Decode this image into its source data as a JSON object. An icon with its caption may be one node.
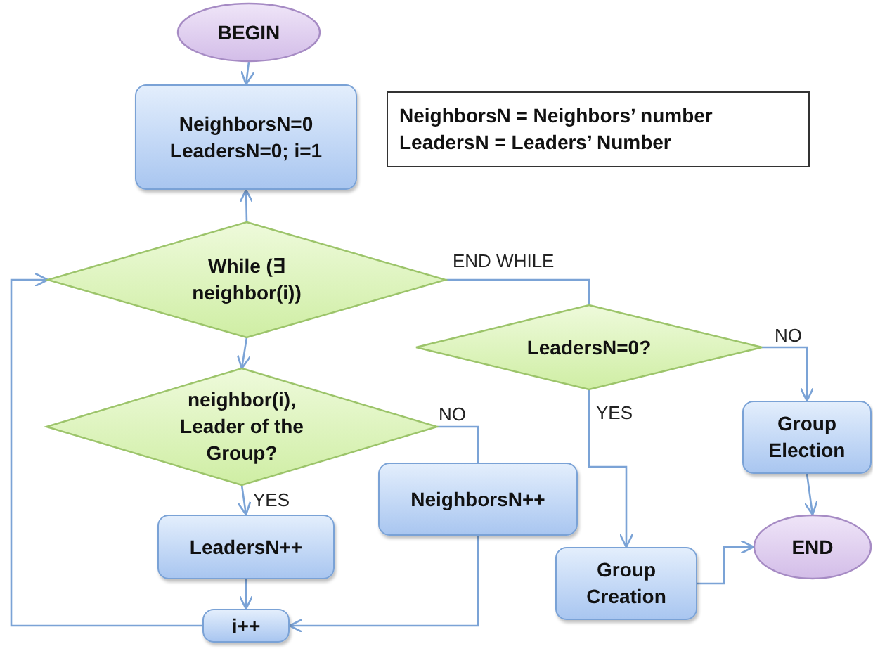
{
  "diagram": {
    "nodes": [
      {
        "text": [
          "BEGIN"
        ]
      },
      {
        "text": [
          "NeighborsN=0 LeadersN=0; i=1"
        ]
      },
      {
        "text": [
          "NeighborsN = Neighbors’ number",
          "LeadersN = Leaders’ Number"
        ]
      },
      {
        "text": [
          "While (∃ neighbor(i))"
        ]
      },
      {
        "text": [
          "LeadersN=0?"
        ]
      },
      {
        "text": [
          "neighbor(i), Leader of the Group?"
        ]
      },
      {
        "text": [
          "Group Election"
        ]
      },
      {
        "text": [
          "NeighborsN++"
        ]
      },
      {
        "text": [
          "LeadersN++"
        ]
      },
      {
        "text": [
          "END"
        ]
      },
      {
        "text": [
          "Group Creation"
        ]
      },
      {
        "text": [
          "i++"
        ]
      }
    ],
    "edges": [
      {
        "from": 0,
        "to": 1,
        "arrow": "to"
      },
      {
        "from": 3,
        "to": 1,
        "arrow": "to"
      },
      {
        "from": 3,
        "to": 4,
        "arrow": "none",
        "label": "END WHILE"
      },
      {
        "from": 3,
        "to": 5,
        "arrow": "to"
      },
      {
        "from": 5,
        "to": 8,
        "arrow": "to",
        "label": "YES"
      },
      {
        "from": 5,
        "to": 7,
        "arrow": "none",
        "label": "NO"
      },
      {
        "from": 8,
        "to": 11,
        "arrow": "to"
      },
      {
        "from": 7,
        "to": 11,
        "arrow": "to"
      },
      {
        "from": 11,
        "to": 3,
        "arrow": "to"
      },
      {
        "from": 4,
        "to": 6,
        "arrow": "to",
        "label": "NO"
      },
      {
        "from": 4,
        "to": 10,
        "arrow": "to",
        "label": "YES"
      },
      {
        "from": 6,
        "to": 9,
        "arrow": "to"
      },
      {
        "from": 10,
        "to": 9,
        "arrow": "to"
      }
    ]
  }
}
